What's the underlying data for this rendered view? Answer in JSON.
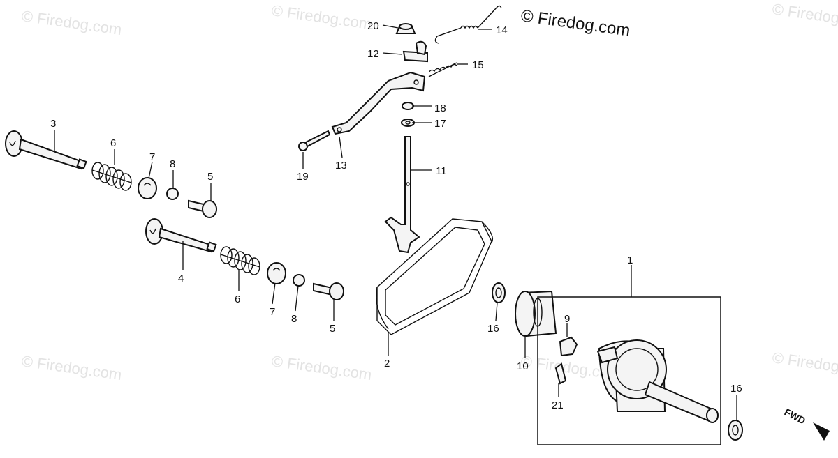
{
  "copyright": "© Firedog.com",
  "watermark": "© Firedog.com",
  "fwd_label": "FWD",
  "callouts": {
    "c1": "1",
    "c2": "2",
    "c3": "3",
    "c4": "4",
    "c5a": "5",
    "c5b": "5",
    "c6a": "6",
    "c6b": "6",
    "c7a": "7",
    "c7b": "7",
    "c8a": "8",
    "c8b": "8",
    "c9": "9",
    "c10": "10",
    "c11": "11",
    "c12": "12",
    "c13": "13",
    "c14": "14",
    "c15": "15",
    "c16a": "16",
    "c16b": "16",
    "c17": "17",
    "c18": "18",
    "c19": "19",
    "c20": "20",
    "c21": "21"
  }
}
